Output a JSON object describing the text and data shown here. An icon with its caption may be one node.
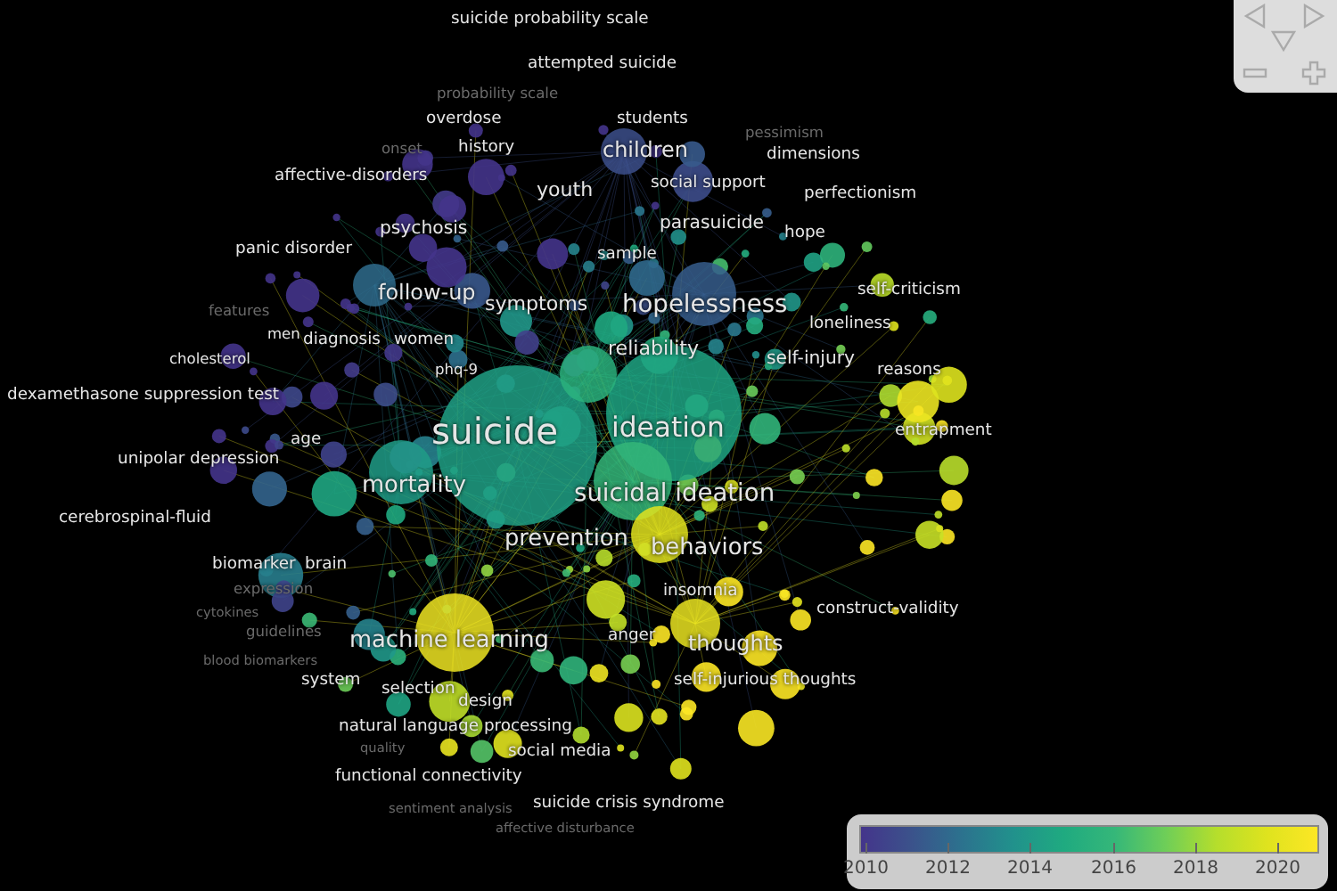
{
  "diagram": {
    "labels": [
      "suicide probability scale",
      "attempted suicide",
      "probability scale",
      "overdose",
      "students",
      "pessimism",
      "onset",
      "history",
      "children",
      "dimensions",
      "affective-disorders",
      "youth",
      "social support",
      "perfectionism",
      "psychosis",
      "parasuicide",
      "panic disorder",
      "hope",
      "sample",
      "follow-up",
      "symptoms",
      "hopelessness",
      "self-criticism",
      "loneliness",
      "features",
      "men",
      "diagnosis",
      "women",
      "reliability",
      "self-injury",
      "cholesterol",
      "reasons",
      "phq-9",
      "dexamethasone suppression test",
      "suicide",
      "ideation",
      "entrapment",
      "age",
      "unipolar depression",
      "mortality",
      "suicidal ideation",
      "cerebrospinal-fluid",
      "prevention",
      "behaviors",
      "biomarker",
      "brain",
      "insomnia",
      "construct-validity",
      "expression",
      "anger",
      "machine learning",
      "thoughts",
      "cytokines",
      "guidelines",
      "blood biomarkers",
      "system",
      "selection",
      "self-injurious thoughts",
      "design",
      "natural language processing",
      "quality",
      "social media",
      "functional connectivity",
      "sentiment analysis",
      "suicide crisis syndrome",
      "affective disturbance",
      "2010",
      "2012",
      "2014",
      "2016",
      "2018",
      "2020"
    ]
  }
}
